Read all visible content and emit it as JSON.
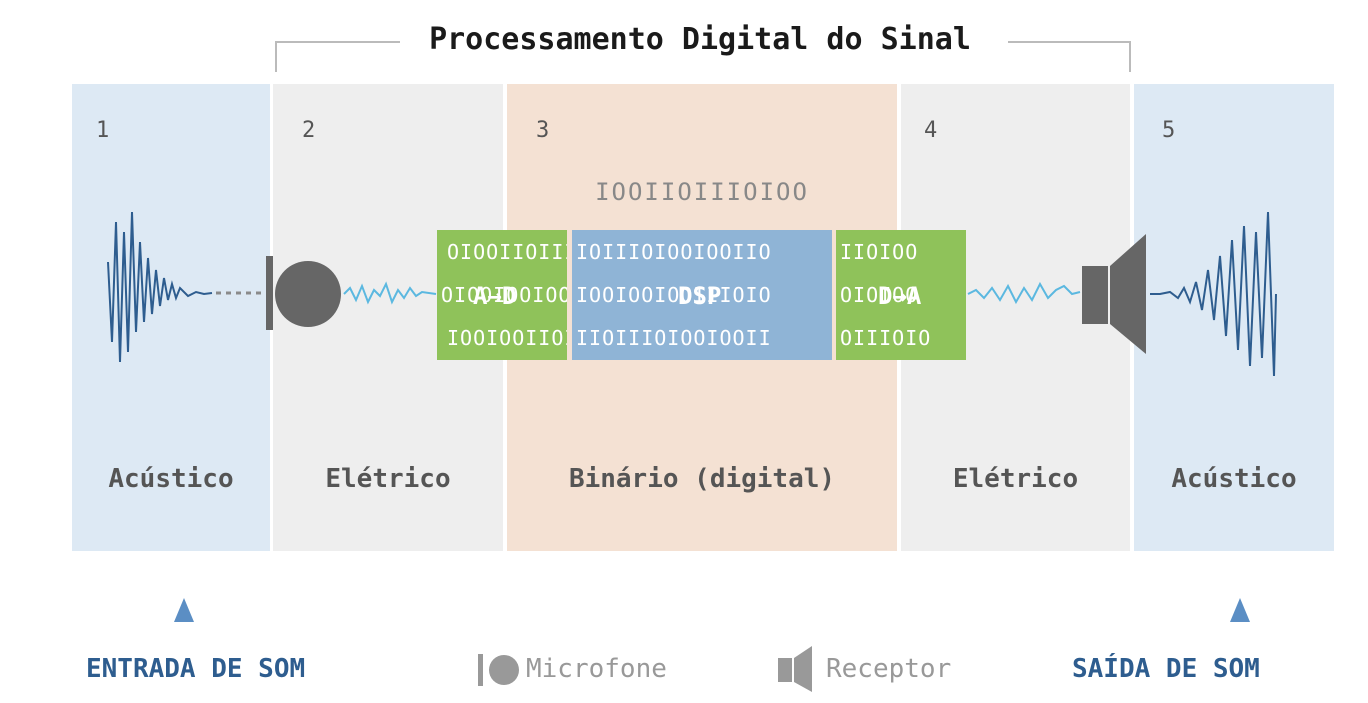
{
  "title": "Processamento Digital do Sinal",
  "panels": [
    {
      "number": "1",
      "label": "Acústico"
    },
    {
      "number": "2",
      "label": "Elétrico"
    },
    {
      "number": "3",
      "label": "Binário (digital)"
    },
    {
      "number": "4",
      "label": "Elétrico"
    },
    {
      "number": "5",
      "label": "Acústico"
    }
  ],
  "binary": {
    "top": "IOOIIOIIIOIOO",
    "adc_rows": [
      "OIOOIIOIIIO",
      "OIOOIOOIOOI",
      "IOOIOOIIOII"
    ],
    "dsp_rows": [
      "IOIIIOIOOIOOIIO",
      "IOOIOOIOOIIIOIO",
      "IIOIIIOIOOIOOII"
    ],
    "dac_rows": [
      "IIOIOO",
      "OIOIOO",
      "OIIIOIO"
    ]
  },
  "stages": {
    "adc": "A→D",
    "dsp": "DSP",
    "dac": "D→A"
  },
  "bottom": {
    "input_label": "ENTRADA DE SOM",
    "output_label": "SAÍDA DE SOM",
    "microphone": "Microfone",
    "receiver": "Receptor"
  },
  "colors": {
    "acoustic_bg": "#dde9f4",
    "electric_bg": "#eeeeee",
    "binary_bg": "#f4e1d3",
    "converter": "#8fc25a",
    "dsp": "#8fb4d6",
    "wave_dark": "#2e5d8f",
    "wave_light": "#5bb8e0",
    "label_blue": "#2e5d8f"
  }
}
